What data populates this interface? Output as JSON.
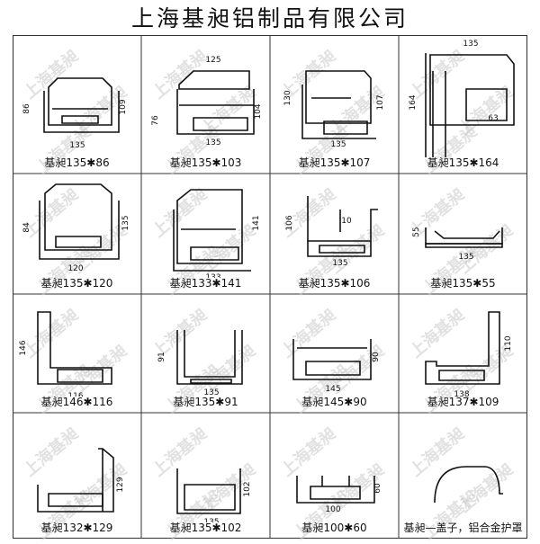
{
  "title": "上海基昶铝制品有限公司",
  "watermark": "上海基昶",
  "profiles": [
    {
      "caption": "基昶135✱86",
      "dims": [
        "86",
        "109",
        "135"
      ]
    },
    {
      "caption": "基昶135✱103",
      "dims": [
        "125",
        "76",
        "104",
        "135"
      ]
    },
    {
      "caption": "基昶135✱107",
      "dims": [
        "130",
        "107",
        "135"
      ]
    },
    {
      "caption": "基昶135✱164",
      "dims": [
        "135",
        "164",
        "63"
      ]
    },
    {
      "caption": "基昶135✱120",
      "dims": [
        "84",
        "135",
        "120"
      ]
    },
    {
      "caption": "基昶133✱141",
      "dims": [
        "141",
        "133"
      ]
    },
    {
      "caption": "基昶135✱106",
      "dims": [
        "106",
        "10",
        "135"
      ]
    },
    {
      "caption": "基昶135✱55",
      "dims": [
        "55",
        "135"
      ]
    },
    {
      "caption": "基昶146✱116",
      "dims": [
        "146",
        "116"
      ]
    },
    {
      "caption": "基昶135✱91",
      "dims": [
        "91",
        "135"
      ]
    },
    {
      "caption": "基昶145✱90",
      "dims": [
        "90",
        "145"
      ]
    },
    {
      "caption": "基昶137✱109",
      "dims": [
        "110",
        "138"
      ]
    },
    {
      "caption": "基昶132✱129",
      "dims": [
        "129"
      ]
    },
    {
      "caption": "基昶135✱102",
      "dims": [
        "102",
        "135"
      ]
    },
    {
      "caption": "基昶100✱60",
      "dims": [
        "60",
        "100"
      ]
    },
    {
      "caption": "基昶—盖子，铝合金护罩",
      "dims": []
    }
  ]
}
